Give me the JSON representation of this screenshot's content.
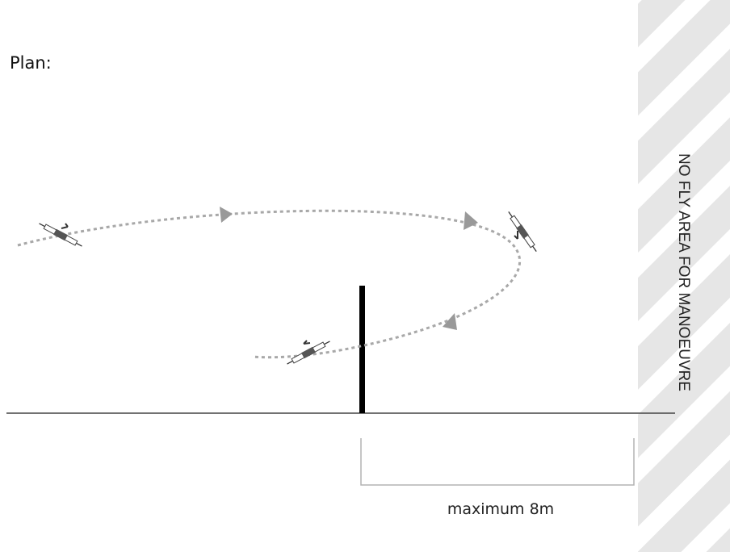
{
  "diagram": {
    "top_text": "",
    "plan_label": "Plan:",
    "no_fly_label": "NO FLY AREA FOR MANOEUVRE",
    "distance_label": "maximum 8m"
  },
  "colors": {
    "path": "#a8a8a8",
    "pole": "#000000",
    "ground": "#444444",
    "zone_light": "#e6e6e6",
    "zone_stripe": "#ffffff",
    "drone": "#555555"
  },
  "icons": [
    "drone-icon",
    "direction-arrow-icon"
  ]
}
